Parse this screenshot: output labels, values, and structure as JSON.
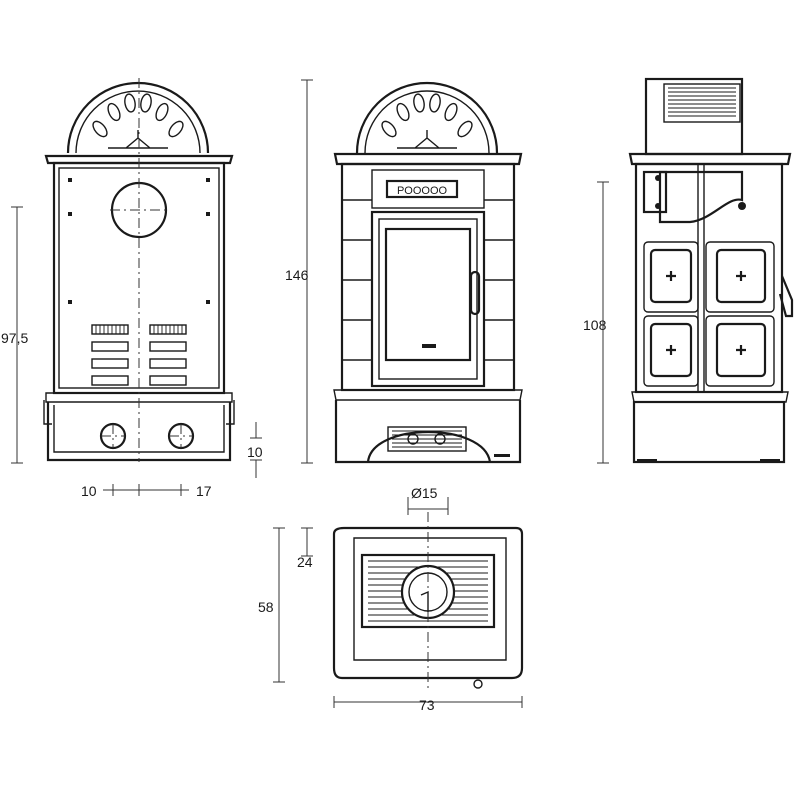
{
  "dimensions": {
    "back_height": "97,5",
    "front_height": "146",
    "side_height": "108",
    "back_offset_bottom": "10",
    "back_offset_left": "10",
    "back_offset_right": "17",
    "flue_diameter": "Ø15",
    "top_depth_offset": "24",
    "top_depth": "58",
    "top_width": "73"
  },
  "front_panel": {
    "label": "POOOOO"
  },
  "colors": {
    "line": "#1a1a1a",
    "background": "#ffffff"
  }
}
